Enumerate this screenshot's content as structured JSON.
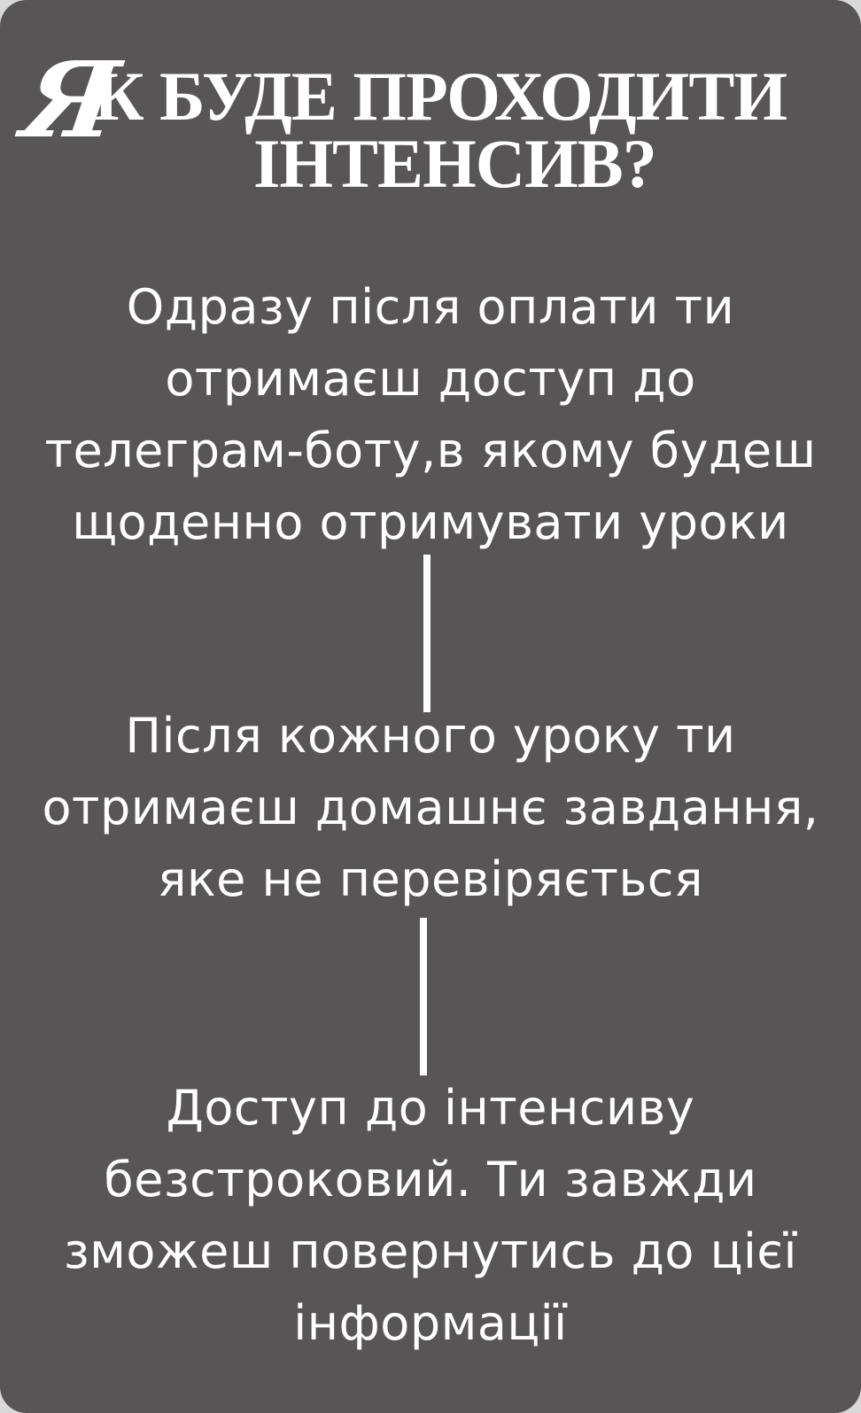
{
  "title": {
    "initial": "Я",
    "line1": "К БУДЕ ПРОХОДИТИ",
    "line2": "ІНТЕНСИВ?"
  },
  "steps": [
    {
      "lines": [
        "Одразу після оплати ти",
        "отримаєш доступ до",
        "телеграм-боту,в якому будеш",
        "щоденно отримувати уроки"
      ]
    },
    {
      "lines": [
        "Після кожного уроку ти",
        "отримаєш домашнє завдання,",
        "яке не перевіряється"
      ]
    },
    {
      "lines": [
        "Доступ до інтенсиву",
        "безстроковий. Ти завжди",
        "зможеш повернутись до цієї",
        "інформації"
      ]
    }
  ],
  "colors": {
    "card_background": "#575556",
    "text": "#ffffff",
    "connector": "#ffffff"
  }
}
